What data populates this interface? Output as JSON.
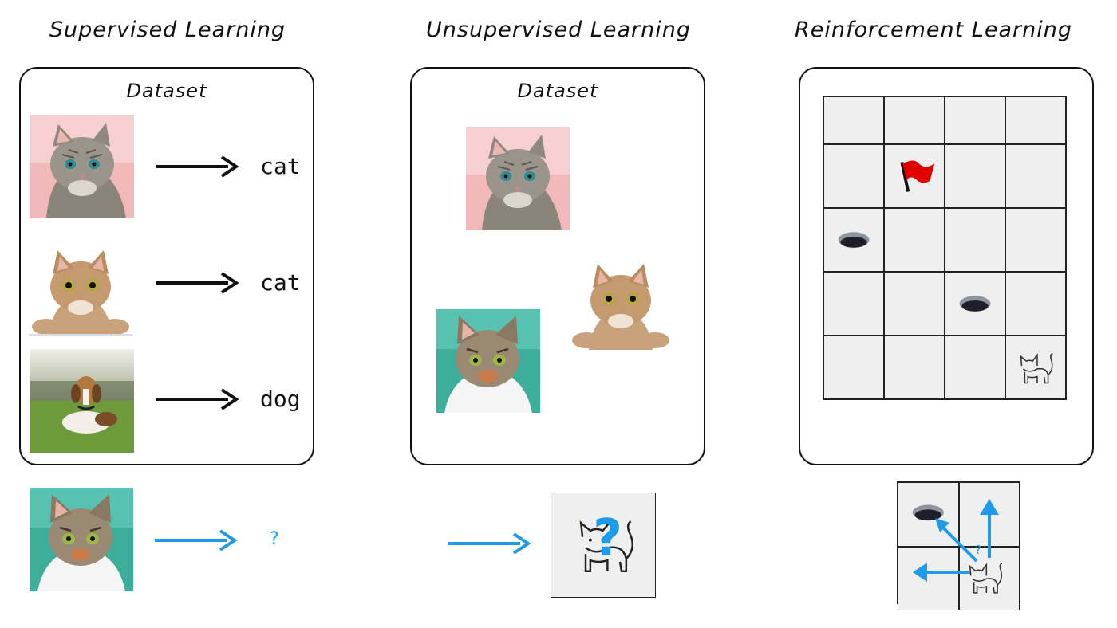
{
  "titles": {
    "supervised": "Supervised Learning",
    "unsupervised": "Unsupervised Learning",
    "reinforcement": "Reinforcement Learning"
  },
  "dataset_label": "Dataset",
  "supervised": {
    "pairs": [
      {
        "image": "kitten-photo",
        "label": "cat"
      },
      {
        "image": "tabby-cat-photo",
        "label": "cat"
      },
      {
        "image": "beagle-dog-photo",
        "label": "dog"
      }
    ],
    "query": {
      "image": "green-bg-cat-photo",
      "label": "?"
    }
  },
  "unsupervised": {
    "images": [
      "kitten-photo",
      "tabby-cat-photo",
      "green-bg-cat-photo"
    ],
    "query_icon": "cat-question-icon",
    "query_mark": "?"
  },
  "reinforcement": {
    "grid": {
      "rows": 5,
      "cols": 4
    },
    "flag_cell": [
      1,
      1
    ],
    "hole_cells": [
      [
        2,
        0
      ],
      [
        3,
        2
      ]
    ],
    "cat_cell": [
      4,
      3
    ],
    "query_mark": "?"
  },
  "colors": {
    "arrow_black": "#111111",
    "arrow_blue": "#1e9be9",
    "cell_bg": "#efefef",
    "flag": "#e00000"
  }
}
